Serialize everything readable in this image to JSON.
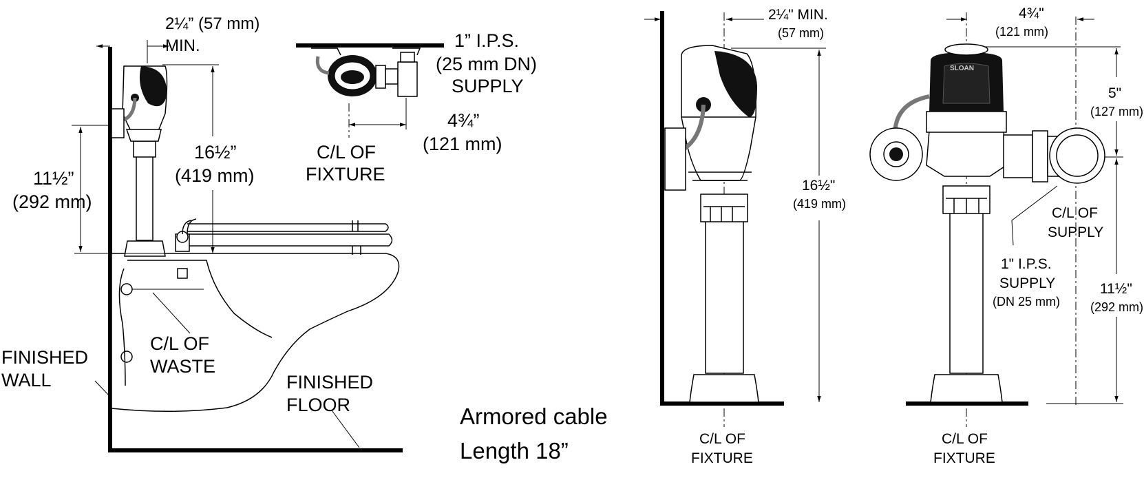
{
  "left_view": {
    "wall_offset": "2¼” (57 mm)",
    "wall_offset_min": "MIN.",
    "valve_height_in": "11½”",
    "valve_height_mm": "(292 mm)",
    "total_height_in": "16½”",
    "total_height_mm": "(419 mm)",
    "finished_wall_1": "FINISHED",
    "finished_wall_2": "WALL",
    "waste_1": "C/L OF",
    "waste_2": "WASTE",
    "floor_1": "FINISHED",
    "floor_2": "FLOOR"
  },
  "top_view": {
    "supply_1": "1” I.P.S.",
    "supply_2": "(25 mm DN)",
    "supply_3": "SUPPLY",
    "offset_in": "4¾”",
    "offset_mm": "(121 mm)",
    "fixture_1": "C/L OF",
    "fixture_2": "FIXTURE"
  },
  "caption": {
    "line1": "Armored cable",
    "line2": "Length 18”"
  },
  "side_view": {
    "wall_offset": "2¼\" MIN.",
    "wall_offset_mm": "(57 mm)",
    "height_in": "16½\"",
    "height_mm": "(419 mm)",
    "fixture_1": "C/L OF",
    "fixture_2": "FIXTURE"
  },
  "front_view": {
    "brand": "SLOAN",
    "width_in": "4¾\"",
    "width_mm": "(121 mm)",
    "top_in": "5\"",
    "top_mm": "(127 mm)",
    "supply_cl_1": "C/L OF",
    "supply_cl_2": "SUPPLY",
    "ips_1": "1\" I.P.S.",
    "ips_2": "SUPPLY",
    "ips_3": "(DN 25 mm)",
    "low_in": "11½\"",
    "low_mm": "(292 mm)",
    "fixture_1": "C/L OF",
    "fixture_2": "FIXTURE"
  }
}
